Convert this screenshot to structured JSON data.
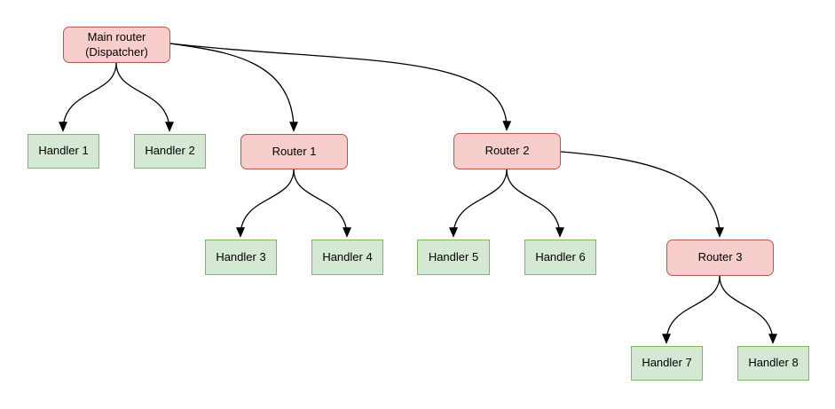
{
  "diagram": {
    "type": "tree",
    "nodes": [
      {
        "id": "main-router",
        "type": "router",
        "label": "Main router (Dispatcher)"
      },
      {
        "id": "handler-1",
        "type": "handler",
        "label": "Handler 1"
      },
      {
        "id": "handler-2",
        "type": "handler",
        "label": "Handler 2"
      },
      {
        "id": "router-1",
        "type": "router",
        "label": "Router 1"
      },
      {
        "id": "router-2",
        "type": "router",
        "label": "Router 2"
      },
      {
        "id": "handler-3",
        "type": "handler",
        "label": "Handler 3"
      },
      {
        "id": "handler-4",
        "type": "handler",
        "label": "Handler 4"
      },
      {
        "id": "handler-5",
        "type": "handler",
        "label": "Handler 5"
      },
      {
        "id": "handler-6",
        "type": "handler",
        "label": "Handler 6"
      },
      {
        "id": "router-3",
        "type": "router",
        "label": "Router 3"
      },
      {
        "id": "handler-7",
        "type": "handler",
        "label": "Handler 7"
      },
      {
        "id": "handler-8",
        "type": "handler",
        "label": "Handler 8"
      }
    ],
    "edges": [
      {
        "from": "main-router",
        "to": "handler-1"
      },
      {
        "from": "main-router",
        "to": "handler-2"
      },
      {
        "from": "main-router",
        "to": "router-1"
      },
      {
        "from": "main-router",
        "to": "router-2"
      },
      {
        "from": "router-1",
        "to": "handler-3"
      },
      {
        "from": "router-1",
        "to": "handler-4"
      },
      {
        "from": "router-2",
        "to": "handler-5"
      },
      {
        "from": "router-2",
        "to": "handler-6"
      },
      {
        "from": "router-2",
        "to": "router-3"
      },
      {
        "from": "router-3",
        "to": "handler-7"
      },
      {
        "from": "router-3",
        "to": "handler-8"
      }
    ],
    "colors": {
      "router_fill": "#f8cecc",
      "router_border": "#b85450",
      "handler_fill": "#d5e8d4",
      "handler_border": "#82b366",
      "edge": "#000000",
      "background": "#ffffff"
    }
  }
}
